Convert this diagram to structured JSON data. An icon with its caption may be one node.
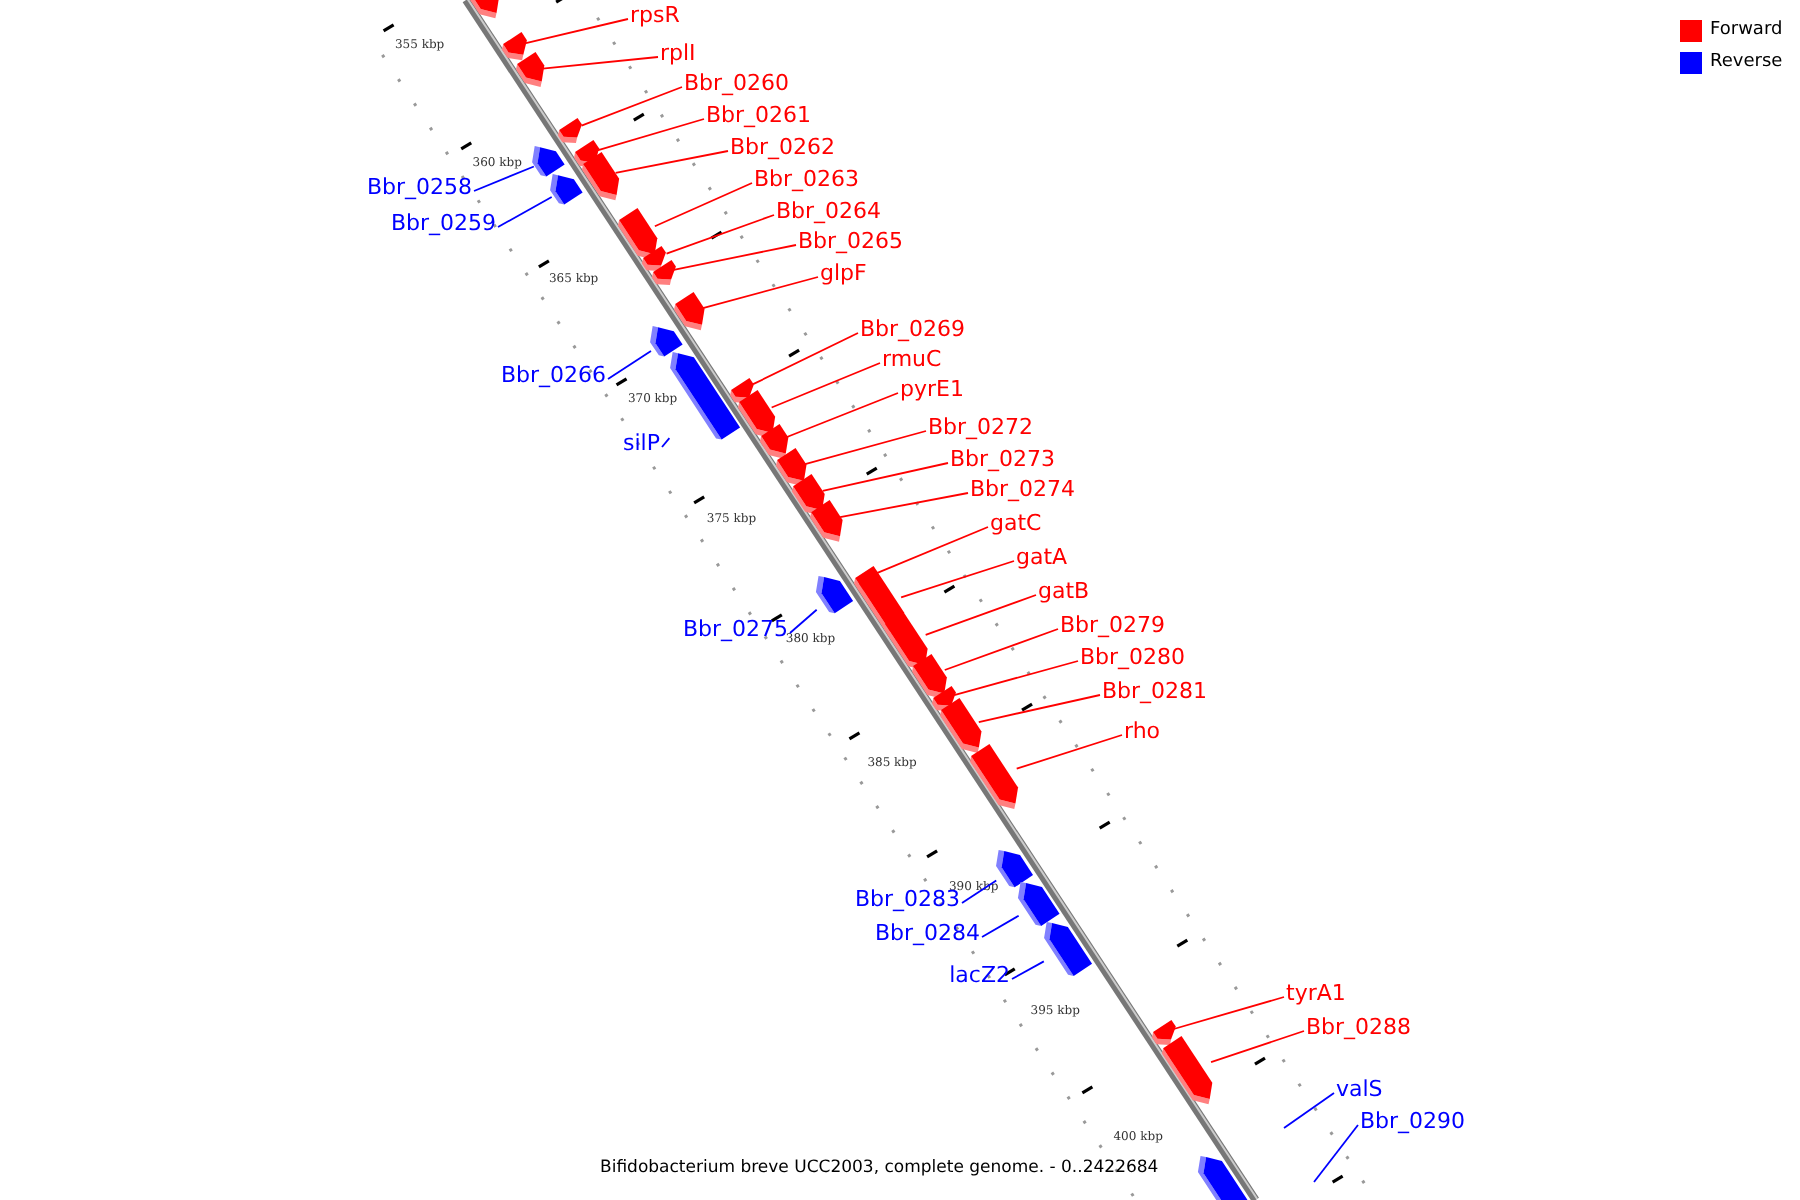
{
  "diagram": {
    "caption": "Bifidobacterium breve UCC2003, complete genome. - 0..2422684",
    "nodes": [
      {
        "text": [],
        "shape": "arrow"
      },
      {
        "text": [
          "rpsR"
        ]
      },
      {
        "text": [],
        "shape": "arrow"
      },
      {
        "text": [
          "rplI"
        ]
      },
      {
        "text": [],
        "shape": "arrow"
      },
      {
        "text": [
          "Bbr_0260"
        ]
      },
      {
        "text": [],
        "shape": "arrow"
      },
      {
        "text": [
          "Bbr_0258"
        ]
      },
      {
        "text": [],
        "shape": "arrow"
      },
      {
        "text": [
          "Bbr_0261"
        ]
      },
      {
        "text": [],
        "shape": "arrow"
      },
      {
        "text": [
          "Bbr_0262"
        ]
      },
      {
        "text": [],
        "shape": "arrow"
      },
      {
        "text": [
          "Bbr_0259"
        ]
      },
      {
        "text": [],
        "shape": "arrow"
      },
      {
        "text": [
          "Bbr_0263"
        ]
      },
      {
        "text": [],
        "shape": "arrow"
      },
      {
        "text": [
          "Bbr_0264"
        ]
      },
      {
        "text": [],
        "shape": "arrow"
      },
      {
        "text": [
          "Bbr_0265"
        ]
      },
      {
        "text": [],
        "shape": "arrow"
      },
      {
        "text": [
          "glpF"
        ]
      },
      {
        "text": [],
        "shape": "arrow"
      },
      {
        "text": [
          "Bbr_0269"
        ]
      },
      {
        "text": [],
        "shape": "arrow"
      },
      {
        "text": [
          "Bbr_0266"
        ]
      },
      {
        "text": [],
        "shape": "arrow"
      },
      {
        "text": [
          "rmuC"
        ]
      },
      {
        "text": [],
        "shape": "arrow"
      },
      {
        "text": [
          "pyrE1"
        ]
      },
      {
        "text": [],
        "shape": "arrow"
      },
      {
        "text": [
          "Bbr_0272"
        ]
      },
      {
        "text": [],
        "shape": "arrow"
      },
      {
        "text": [
          "silP"
        ]
      },
      {
        "text": [],
        "shape": "arrow"
      },
      {
        "text": [
          "Bbr_0273"
        ]
      },
      {
        "text": [],
        "shape": "arrow"
      },
      {
        "text": [
          "Bbr_0274"
        ]
      },
      {
        "text": [],
        "shape": "arrow"
      },
      {
        "text": [
          "gatC"
        ]
      },
      {
        "text": [],
        "shape": "arrow"
      },
      {
        "text": [
          "gatA"
        ]
      },
      {
        "text": [],
        "shape": "arrow"
      },
      {
        "text": [
          "gatB"
        ]
      },
      {
        "text": [],
        "shape": "arrow"
      },
      {
        "text": [
          "Bbr_0279"
        ]
      },
      {
        "text": [],
        "shape": "arrow"
      },
      {
        "text": [
          "Bbr_0280"
        ]
      },
      {
        "text": [],
        "shape": "arrow"
      },
      {
        "text": [
          "Bbr_0275"
        ]
      },
      {
        "text": [],
        "shape": "arrow"
      },
      {
        "text": [
          "Bbr_0281"
        ]
      },
      {
        "text": [],
        "shape": "arrow"
      },
      {
        "text": [
          "rho"
        ]
      },
      {
        "text": [],
        "shape": "arrow"
      },
      {
        "text": [
          "Bbr_0283"
        ]
      },
      {
        "text": [],
        "shape": "arrow"
      },
      {
        "text": [
          "Bbr_0284"
        ]
      },
      {
        "text": [],
        "shape": "arrow"
      },
      {
        "text": [
          "lacZ2"
        ]
      },
      {
        "text": [],
        "shape": "arrow"
      },
      {
        "text": [
          "tyrA1"
        ]
      },
      {
        "text": [],
        "shape": "arrow"
      },
      {
        "text": [
          "Bbr_0288"
        ]
      },
      {
        "text": [],
        "shape": "arrow"
      },
      {
        "text": [
          "valS"
        ]
      },
      {
        "text": [
          "Bbr_0290"
        ]
      },
      {
        "text": [],
        "shape": "arrow"
      }
    ],
    "edges": [
      {
        "from": 1,
        "to": 2,
        "arrow": "none"
      },
      {
        "from": 3,
        "to": 4,
        "arrow": "none"
      },
      {
        "from": 5,
        "to": 6,
        "arrow": "none"
      },
      {
        "from": 7,
        "to": 8,
        "arrow": "none",
        "color": "#0000ff"
      },
      {
        "from": 9,
        "to": 10,
        "arrow": "none"
      },
      {
        "from": 11,
        "to": 12,
        "arrow": "none"
      },
      {
        "from": 13,
        "to": 14,
        "arrow": "none",
        "color": "#0000ff"
      },
      {
        "from": 15,
        "to": 16,
        "arrow": "none"
      },
      {
        "from": 17,
        "to": 18,
        "arrow": "none"
      },
      {
        "from": 19,
        "to": 20,
        "arrow": "none"
      },
      {
        "from": 21,
        "to": 22,
        "arrow": "none"
      },
      {
        "from": 23,
        "to": 24,
        "arrow": "none"
      },
      {
        "from": 25,
        "to": 26,
        "arrow": "none",
        "color": "#0000ff"
      },
      {
        "from": 27,
        "to": 28,
        "arrow": "none"
      },
      {
        "from": 29,
        "to": 30,
        "arrow": "none"
      },
      {
        "from": 31,
        "to": 32,
        "arrow": "none"
      },
      {
        "from": 33,
        "to": 34,
        "arrow": "none",
        "color": "#0000ff"
      },
      {
        "from": 35,
        "to": 36,
        "arrow": "none"
      },
      {
        "from": 37,
        "to": 38,
        "arrow": "none"
      },
      {
        "from": 39,
        "to": 40,
        "arrow": "none"
      },
      {
        "from": 41,
        "to": 42,
        "arrow": "none"
      },
      {
        "from": 43,
        "to": 44,
        "arrow": "none"
      },
      {
        "from": 45,
        "to": 46,
        "arrow": "none"
      },
      {
        "from": 47,
        "to": 48,
        "arrow": "none"
      },
      {
        "from": 49,
        "to": 50,
        "arrow": "none",
        "color": "#0000ff"
      },
      {
        "from": 51,
        "to": 52,
        "arrow": "none"
      },
      {
        "from": 53,
        "to": 54,
        "arrow": "none"
      },
      {
        "from": 55,
        "to": 56,
        "arrow": "none",
        "color": "#0000ff"
      },
      {
        "from": 57,
        "to": 58,
        "arrow": "none",
        "color": "#0000ff"
      },
      {
        "from": 59,
        "to": 60,
        "arrow": "none",
        "color": "#0000ff"
      },
      {
        "from": 61,
        "to": 62,
        "arrow": "none"
      },
      {
        "from": 63,
        "to": 64,
        "arrow": "none"
      },
      {
        "from": 65,
        "to": null,
        "arrow": "none",
        "color": "#0000ff"
      },
      {
        "from": 66,
        "to": null,
        "arrow": "none",
        "color": "#0000ff"
      }
    ],
    "labels": [
      "355 kbp",
      "360 kbp",
      "365 kbp",
      "370 kbp",
      "375 kbp",
      "380 kbp",
      "385 kbp",
      "390 kbp",
      "395 kbp",
      "400 kbp"
    ],
    "legend": [
      {
        "text": "Forward",
        "color": "#ff0000"
      },
      {
        "text": "Reverse",
        "color": "#0000ff"
      }
    ]
  }
}
